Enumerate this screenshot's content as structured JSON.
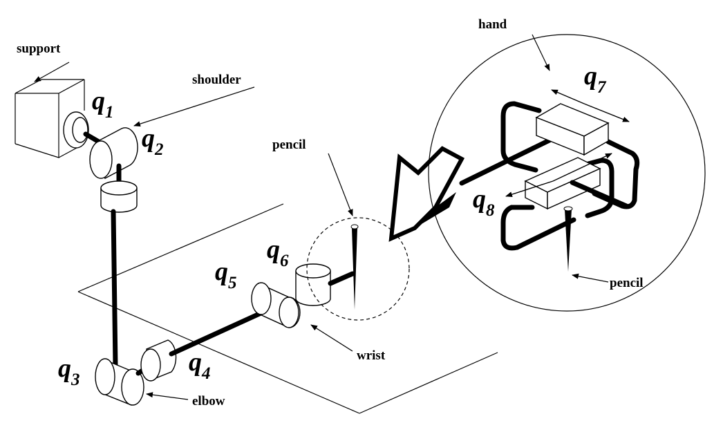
{
  "labels": {
    "support": "support",
    "shoulder": "shoulder",
    "hand": "hand",
    "pencil_top": "pencil",
    "pencil_hand": "pencil",
    "wrist": "wrist",
    "elbow": "elbow"
  },
  "joints": [
    {
      "letter": "q",
      "index": "1"
    },
    {
      "letter": "q",
      "index": "2"
    },
    {
      "letter": "q",
      "index": "3"
    },
    {
      "letter": "q",
      "index": "4"
    },
    {
      "letter": "q",
      "index": "5"
    },
    {
      "letter": "q",
      "index": "6"
    },
    {
      "letter": "q",
      "index": "7"
    },
    {
      "letter": "q",
      "index": "8"
    }
  ]
}
